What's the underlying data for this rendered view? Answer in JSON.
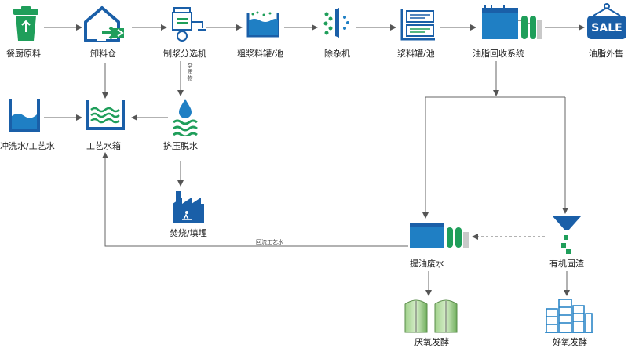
{
  "nodes": {
    "kitchen_raw": "餐厨原料",
    "unload_bin": "卸料仓",
    "pulping_sorting": "制浆分选机",
    "coarse_tank": "粗浆料罐/池",
    "impurity_removal": "除杂机",
    "slurry_tank": "浆料罐/池",
    "oil_recovery": "油脂回收系统",
    "oil_sale": "油脂外售",
    "rinse_water": "冲洗水/工艺水",
    "process_tank": "工艺水箱",
    "press_dewater": "挤压脱水",
    "incinerate": "焚烧/填埋",
    "oil_wastewater": "提油废水",
    "organic_residue": "有机固渣",
    "anaerobic": "厌氧发酵",
    "aerobic": "好氧发酵"
  },
  "edge_labels": {
    "impurity_label": "杂质物",
    "return_water": "回流工艺水"
  },
  "icon_text": {
    "sale": "SALE"
  },
  "colors": {
    "green": "#1f9e5a",
    "blue": "#1f7fc4",
    "dark_blue": "#1a5fa8",
    "arrow": "#555555"
  }
}
